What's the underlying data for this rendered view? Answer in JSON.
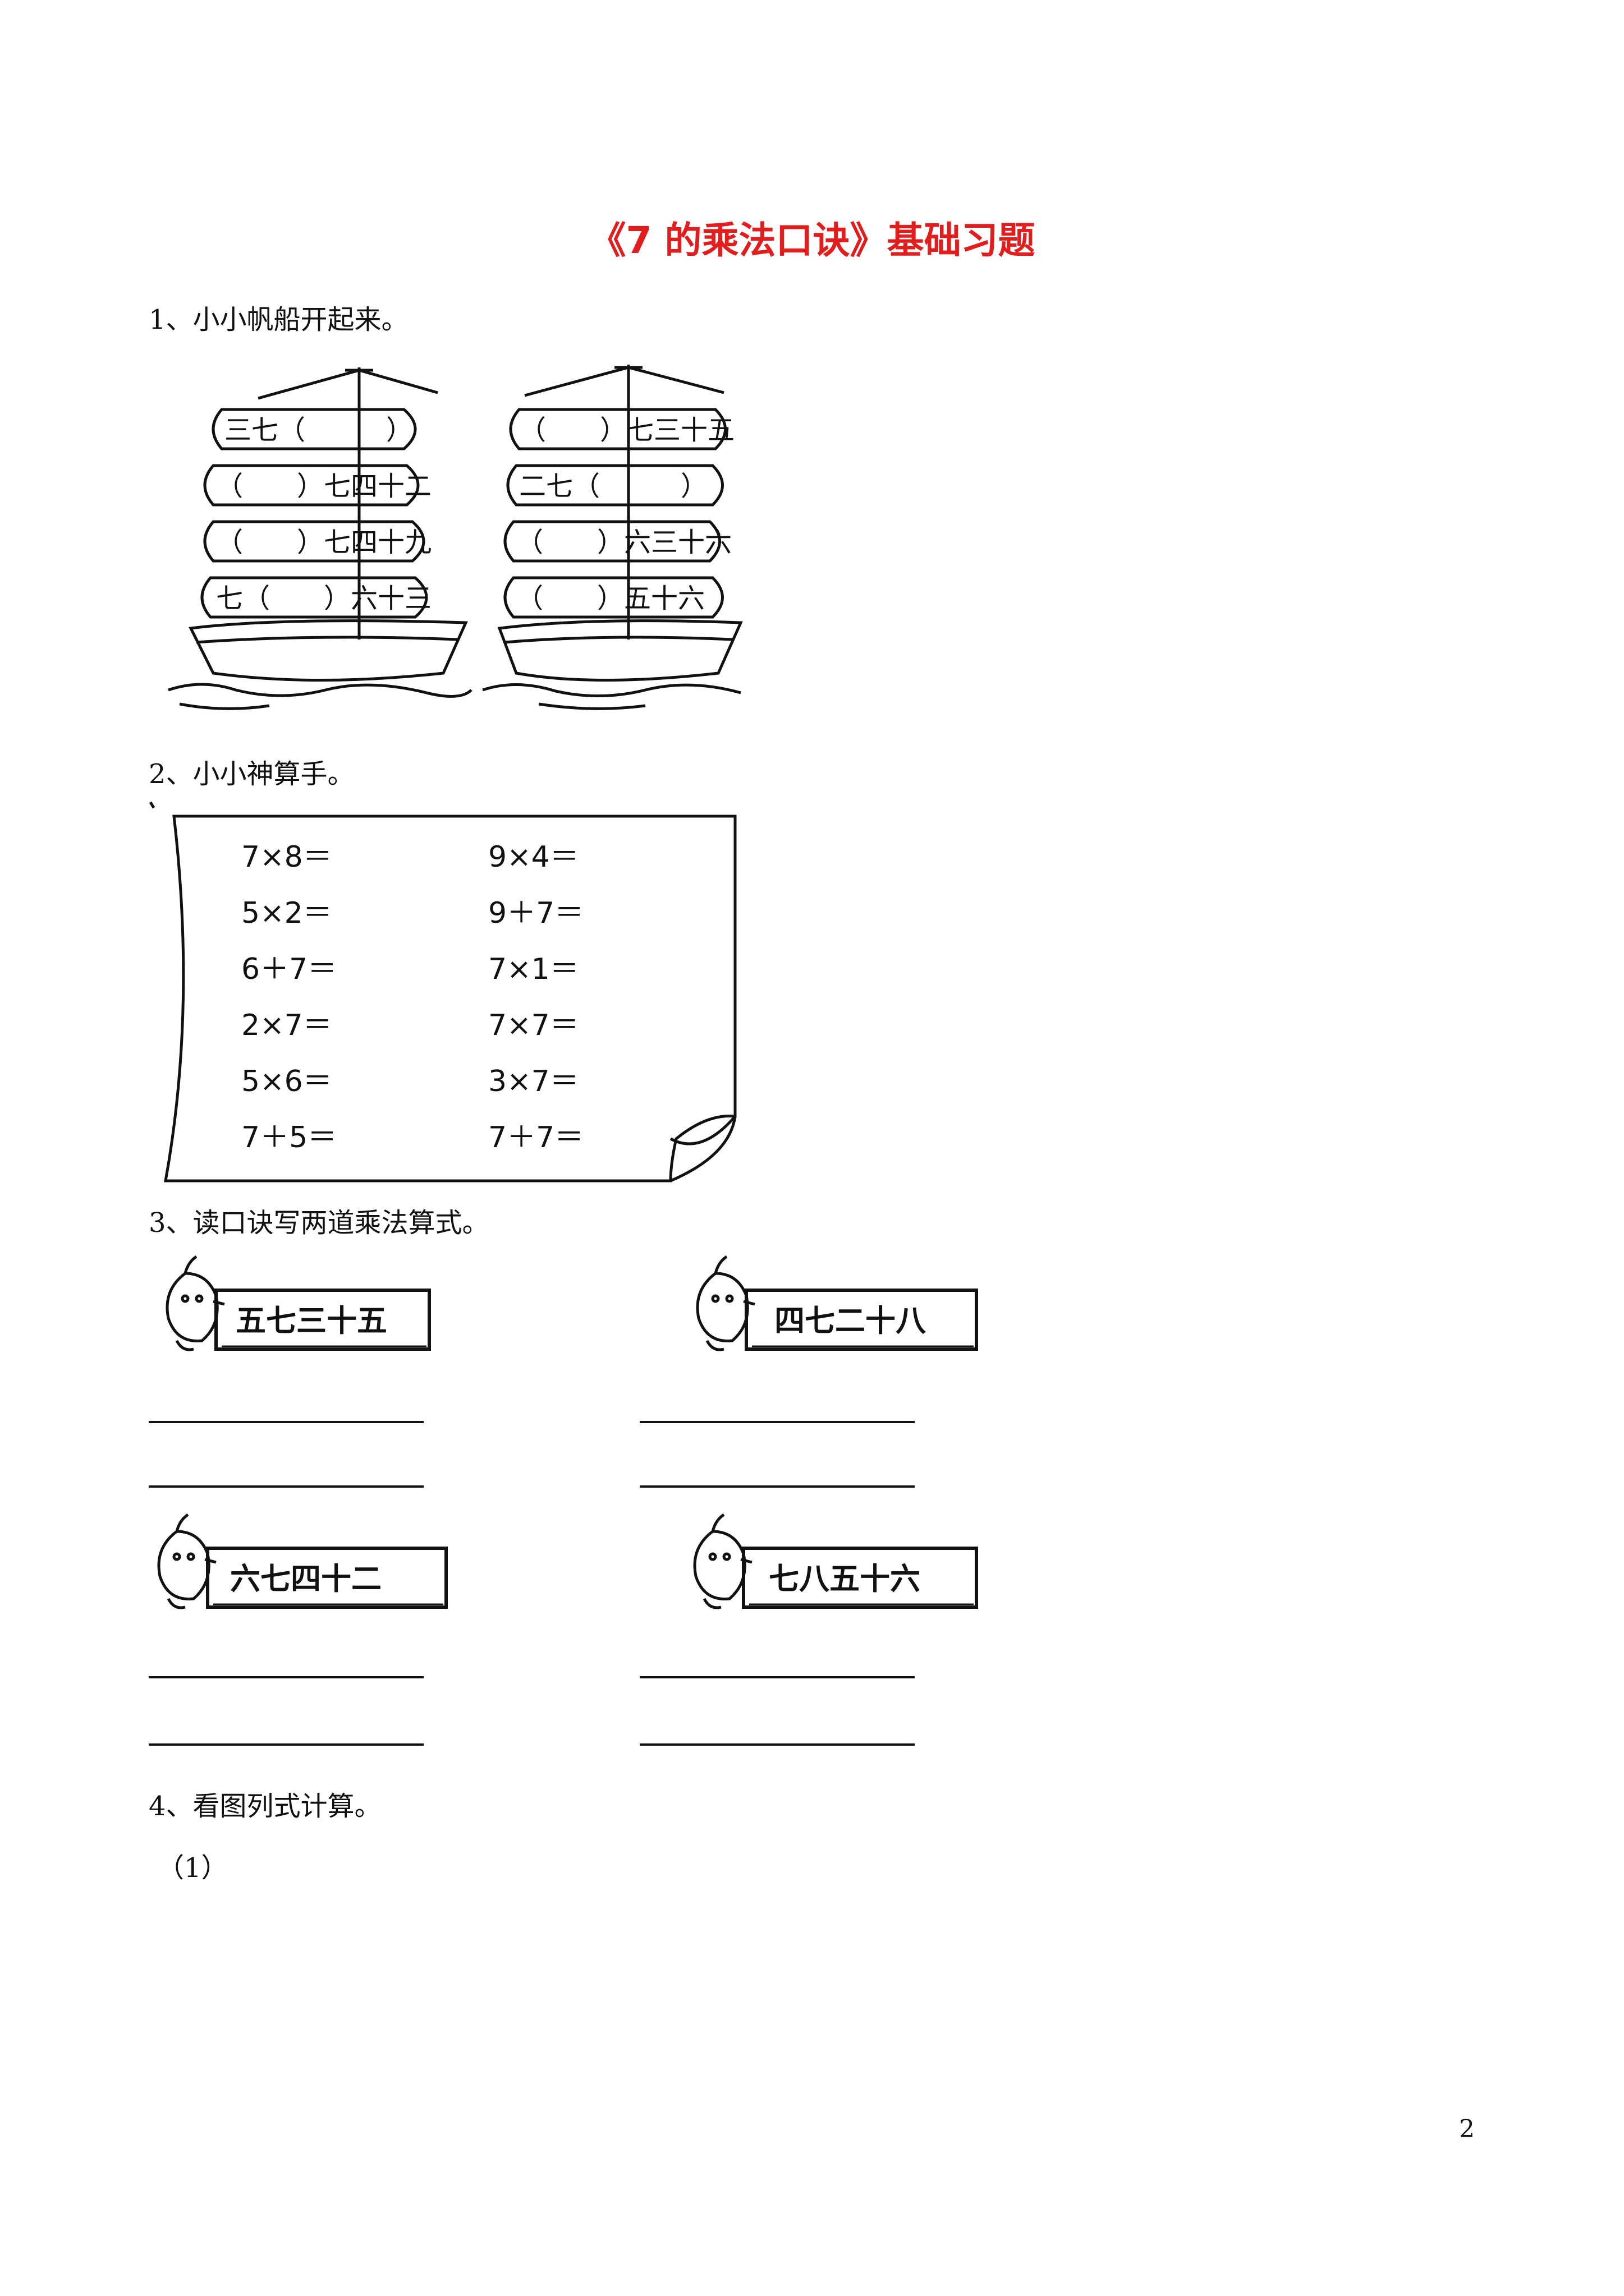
{
  "title": "《7 的乘法口诀》基础习题",
  "title_color": "#e11d1d",
  "q1": {
    "heading": "1、小小帆船开起来。",
    "boat_left": [
      "三七（　　　）",
      "（　　）七四十二",
      "（　　）七四十九",
      "七（　　）六十三"
    ],
    "boat_right": [
      "（　　）七三十五",
      "二七（　　　）",
      "（　　）六三十六",
      "（　　）五十六"
    ]
  },
  "q2": {
    "heading": "2、小小神算手。",
    "left_col": [
      "7×8＝",
      "5×2＝",
      "6＋7＝",
      "2×7＝",
      "5×6＝",
      "7＋5＝"
    ],
    "right_col": [
      "9×4＝",
      "9＋7＝",
      "7×1＝",
      "7×7＝",
      "3×7＝",
      "7＋7＝"
    ]
  },
  "q3": {
    "heading": "3、读口诀写两道乘法算式。",
    "tags": [
      "五七三十五",
      "四七二十八",
      "六七四十二",
      "七八五十六"
    ]
  },
  "q4": {
    "heading": "4、看图列式计算。",
    "sub": "（1）"
  },
  "page_number": "2"
}
